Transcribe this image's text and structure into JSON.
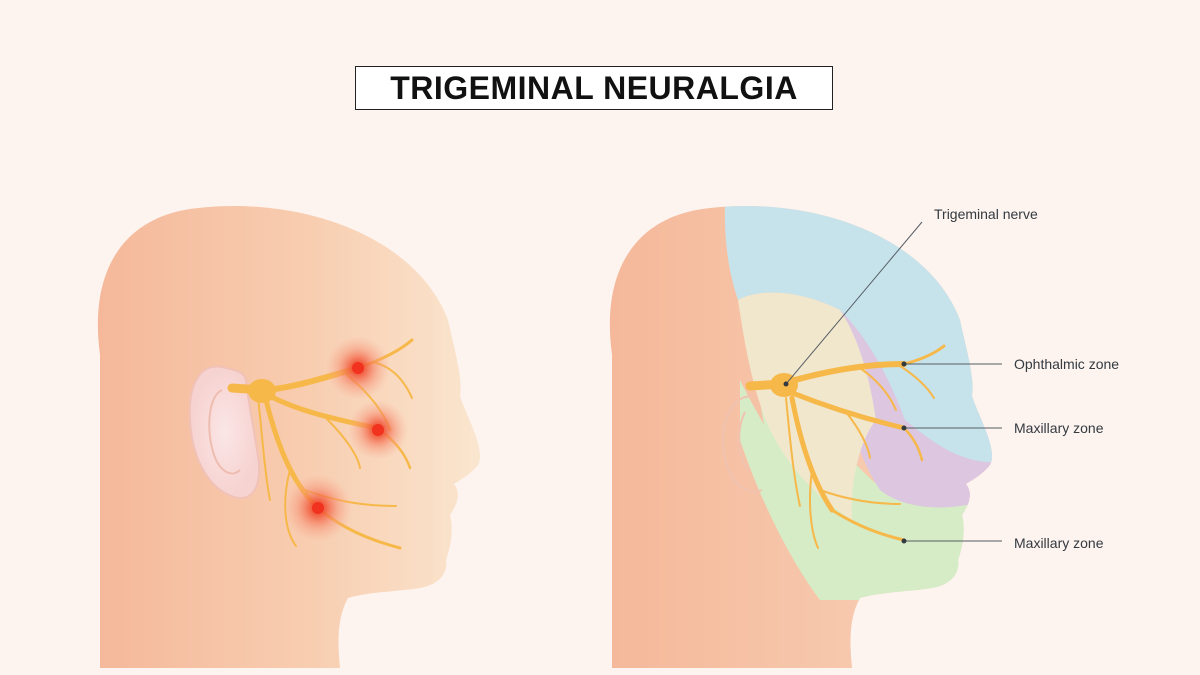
{
  "title": "TRIGEMINAL NEURALGIA",
  "labels": {
    "trigeminal_nerve": "Trigeminal nerve",
    "ophthalmic_zone": "Ophthalmic zone",
    "maxillary_zone_upper": "Maxillary zone",
    "maxillary_zone_lower": "Maxillary zone"
  },
  "colors": {
    "background": "#fdf3ef",
    "skin": "#f6c4a6",
    "nerve": "#f7b84a",
    "pain": "#f0452e",
    "ophthalmic_zone": "#c6e3ec",
    "maxillary_zone": "#dcc6e0",
    "mandibular_zone": "#d6ecc6"
  }
}
